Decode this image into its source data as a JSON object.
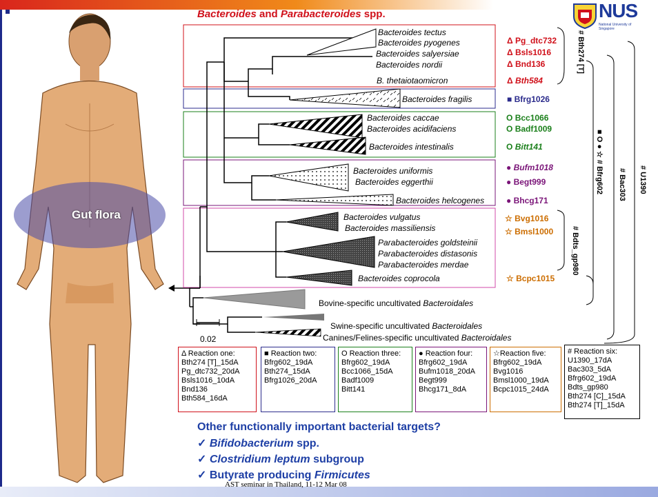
{
  "colors": {
    "red": "#d0101a",
    "blue": "#2b2b8c",
    "green": "#1a7f1a",
    "purple": "#7a1478",
    "orange": "#cc6d00",
    "pink": "#d04aa8",
    "title_blue": "#1e3fa5"
  },
  "title": {
    "part1": "Bacteroides",
    "part2": " and ",
    "part3": "Parabacteroides",
    "part4": " spp."
  },
  "logo": {
    "text": "NUS",
    "subtext": "National University of Singapore"
  },
  "body_label": "Gut flora",
  "species": [
    "Bacteroides tectus",
    "Bacteroides pyogenes",
    "Bacteroides salyersiae",
    "Bacteroides nordii",
    "B. thetaiotaomicron",
    "Bacteroides fragilis",
    "Bacteroides caccae",
    "Bacteroides acidifaciens",
    "Bacteroides intestinalis",
    "Bacteroides uniformis",
    "Bacteroides eggerthii",
    "Bacteroides helcogenes",
    "Bacteroides vulgatus",
    "Bacteroides massiliensis",
    "Parabacteroides goldsteinii",
    "Parabacteroides distasonis",
    "Parabacteroides merdae",
    "Bacteroides coprocola"
  ],
  "uncultivated": {
    "bovine_a": "Bovine-specific uncultivated ",
    "bovine_b": "Bacteroidales",
    "swine_a": "Swine-specific uncultivated ",
    "swine_b": "Bacteroidales",
    "canine_a": "Canines/Felines-specific uncultivated ",
    "canine_b": "Bacteroidales"
  },
  "scale": "0.02",
  "targets": [
    {
      "sym": "Δ",
      "name": "Pg_dtc732"
    },
    {
      "sym": "Δ",
      "name": "Bsls1016"
    },
    {
      "sym": "Δ",
      "name": "Bnd136"
    },
    {
      "sym": "Δ",
      "name": "Bth584"
    },
    {
      "sym": "■",
      "name": "Bfrg1026"
    },
    {
      "sym": "O",
      "name": "Bcc1066"
    },
    {
      "sym": "O",
      "name": "Badf1009"
    },
    {
      "sym": "O",
      "name": "Bitt141"
    },
    {
      "sym": "●",
      "name": "Bufm1018"
    },
    {
      "sym": "●",
      "name": "Begt999"
    },
    {
      "sym": "●",
      "name": "Bhcg171"
    },
    {
      "sym": "☆",
      "name": "Bvg1016"
    },
    {
      "sym": "☆",
      "name": "Bmsl1000"
    },
    {
      "sym": "☆",
      "name": "Bcpc1015"
    }
  ],
  "vertical_labels": {
    "bth274": "# Bth274 [T]",
    "bfrg602": "■ O ● ☆ # Bfrg602",
    "bac303": "# Bac303",
    "u1390": "# U1390",
    "bdts": "# Bdts_gp980"
  },
  "reactions": [
    {
      "title": "Δ Reaction one:",
      "items": [
        "Bth274 [T]_15dA",
        "Pg_dtc732_20dA",
        "Bsls1016_10dA",
        "Bnd136",
        "Bth584_16dA"
      ]
    },
    {
      "title": "■ Reaction two:",
      "items": [
        "Bfrg602_19dA",
        "Bth274_15dA",
        "Bfrg1026_20dA"
      ]
    },
    {
      "title": "O Reaction three:",
      "items": [
        "Bfrg602_19dA",
        "Bcc1066_15dA",
        "Badf1009",
        "Bitt141"
      ]
    },
    {
      "title": "● Reaction four:",
      "items": [
        "Bfrg602_19dA",
        "Bufm1018_20dA",
        "Begt999",
        "Bhcg171_8dA"
      ]
    },
    {
      "title": "☆Reaction five:",
      "items": [
        "Bfrg602_19dA",
        "Bvg1016",
        "Bmsl1000_19dA",
        "Bcpc1015_24dA"
      ]
    },
    {
      "title": "# Reaction six:",
      "items": [
        "U1390_17dA",
        "Bac303_5dA",
        "Bfrg602_19dA",
        "Bdts_gp980",
        "Bth274 [C]_15dA",
        "Bth274 [T]_15dA"
      ]
    }
  ],
  "questions": {
    "q1": "Other functionally important bacterial targets?",
    "q2_check": "✓ ",
    "q2_a": "Bifidobacterium",
    "q2_b": " spp.",
    "q3_check": "✓ ",
    "q3_a": "Clostridium leptum",
    "q3_b": " subgroup",
    "q4_check": "✓ ",
    "q4_a": "Butyrate producing ",
    "q4_b": "Firmicutes"
  },
  "footer": "AST seminar in Thailand, 11-12 Mar 08"
}
